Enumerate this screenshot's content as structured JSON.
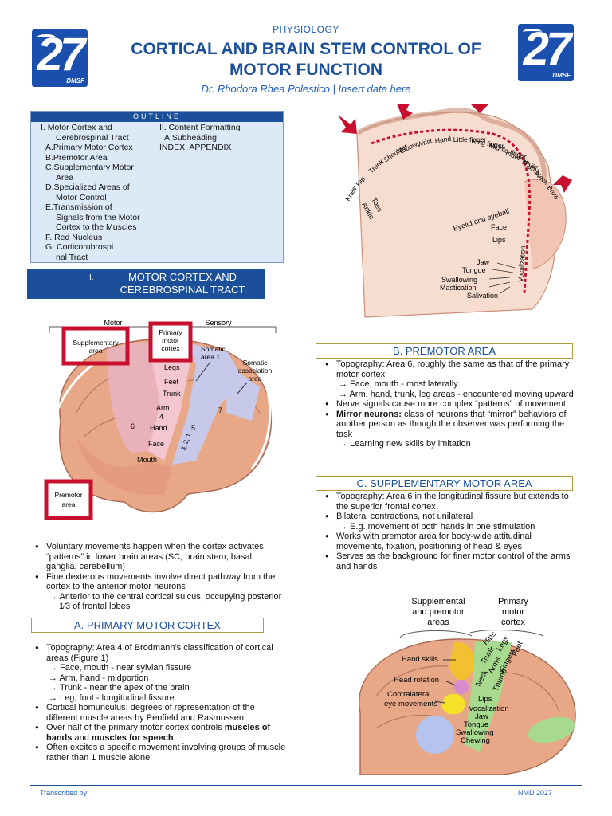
{
  "logo": {
    "number": "27",
    "label": "DMSF"
  },
  "header": {
    "subject": "PHYSIOLOGY",
    "title_line1": "CORTICAL AND BRAIN STEM CONTROL OF",
    "title_line2": "MOTOR FUNCTION",
    "author": "Dr. Rhodora Rhea Polestico | Insert date here"
  },
  "outline": {
    "heading": "OUTLINE",
    "left": [
      {
        "cls": "ol-l1",
        "text": "I.  Motor Cortex and"
      },
      {
        "cls": "ol-wrap",
        "text": "Cerebrospinal Tract"
      },
      {
        "cls": "ol-l2",
        "text": "A.Primary Motor Cortex"
      },
      {
        "cls": "ol-l2",
        "text": "B.Premotor Area"
      },
      {
        "cls": "ol-l2",
        "text": "C.Supplementary Motor"
      },
      {
        "cls": "ol-wrap",
        "text": "Area"
      },
      {
        "cls": "ol-l2",
        "text": "D.Specialized Areas of"
      },
      {
        "cls": "ol-wrap",
        "text": "Motor Control"
      },
      {
        "cls": "ol-l2",
        "text": "E.Transmission of"
      },
      {
        "cls": "ol-wrap",
        "text": "Signals from the Motor"
      },
      {
        "cls": "ol-wrap",
        "text": "Cortex to the Muscles"
      },
      {
        "cls": "ol-l2",
        "text": "F. Red Nucleus"
      },
      {
        "cls": "ol-l2",
        "text": "G.          Corticorubrospi"
      },
      {
        "cls": "ol-wrap",
        "text": "nal Tract"
      }
    ],
    "right": [
      {
        "cls": "ol-l1",
        "text": "II.  Content Formatting"
      },
      {
        "cls": "ol-l2",
        "text": "    A.Subheading"
      },
      {
        "cls": "ol-l1",
        "text": "INDEX: APPENDIX"
      }
    ]
  },
  "section1": {
    "number": "I.",
    "title": "MOTOR CORTEX AND CEREBROSPINAL TRACT"
  },
  "fig1": {
    "motor": "Motor",
    "sensory": "Sensory",
    "supp_l1": "Supplementary",
    "supp_l2": "area",
    "prim_l1": "Primary",
    "prim_l2": "motor",
    "prim_l3": "cortex",
    "soma1_l1": "Somatic",
    "soma1_l2": "area 1",
    "soma2_l1": "Somatic",
    "soma2_l2": "association",
    "soma2_l3": "area",
    "legs": "Legs",
    "feet": "Feet",
    "trunk": "Trunk",
    "arm": "Arm",
    "four": "4",
    "hand": "Hand",
    "face": "Face",
    "mouth": "Mouth",
    "six": "6",
    "five": "5",
    "seven": "7",
    "three21": "3, 2, 1",
    "pre_l1": "Premotor",
    "pre_l2": "area"
  },
  "list1": [
    {
      "t": "b",
      "text": "Voluntary movements happen when the cortex activates “patterns” in lower brain areas (SC, brain stem, basal ganglia, cerebellum)"
    },
    {
      "t": "b",
      "text": "Fine dexterous movements involve direct pathway from the cortex to the anterior motor neurons"
    },
    {
      "t": "a",
      "text": "→ Anterior to the central cortical sulcus, occupying posterior 1⁄3 of frontal lobes"
    }
  ],
  "subA": "A. PRIMARY MOTOR CORTEX",
  "listA": [
    {
      "t": "b",
      "text": "Topography: Area 4 of Brodmann’s classification of cortical areas (Figure 1)"
    },
    {
      "t": "a",
      "text": "→ Face, mouth - near sylvian fissure"
    },
    {
      "t": "a",
      "text": "→ Arm, hand - midportion"
    },
    {
      "t": "a",
      "text": "→ Trunk - near the apex of the brain"
    },
    {
      "t": "a",
      "text": "→ Leg, foot - longitudinal fissure"
    },
    {
      "t": "b",
      "text": "Cortical homunculus: degrees of representation of the different muscle areas by Penfield and Rasmussen"
    },
    {
      "t": "b",
      "text": "Over half of the primary motor cortex controls ",
      "bold1": "muscles of hands",
      "mid": " and ",
      "bold2": "muscles for speech"
    },
    {
      "t": "b",
      "text": "Often excites a specific movement involving groups of muscle rather than 1 muscle alone"
    }
  ],
  "homunculus": {
    "labels": [
      "Knee",
      "Hip",
      "Trunk",
      "Shoulder",
      "Elbow",
      "Wrist",
      "Hand",
      "Little finger",
      "Ring finger",
      "Middle finger",
      "Index finger",
      "Thumb",
      "Neck",
      "Brow"
    ],
    "ankle": "Ankle",
    "toes": "Toes",
    "eyelid": "Eyelid and eyeball",
    "face": "Face",
    "lips": "Lips",
    "vocalization": "Vocalization",
    "jaw": "Jaw",
    "tongue": "Tongue",
    "swallowing": "Swallowing",
    "mastication": "Mastication",
    "salivation": "Salivation"
  },
  "subB": "B. PREMOTOR AREA",
  "listB": [
    {
      "t": "b",
      "text": "Topography: Area 6, roughly the same as that of the primary motor cortex"
    },
    {
      "t": "a",
      "text": "→ Face, mouth - most laterally"
    },
    {
      "t": "a",
      "text": "→ Arm, hand, trunk, leg areas - encountered moving upward"
    },
    {
      "t": "b",
      "text": "Nerve signals cause more complex “patterns” of movement"
    },
    {
      "t": "b",
      "bold": "Mirror neurons:",
      "text": " class of neurons that “mirror” behaviors of another person as though the observer was performing the task"
    },
    {
      "t": "a",
      "text": "→ Learning new skills by imitation"
    }
  ],
  "subC": "C. SUPPLEMENTARY MOTOR AREA",
  "listC": [
    {
      "t": "b",
      "text": "Topography: Area 6 in the longitudinal fissure but extends to the superior frontal cortex"
    },
    {
      "t": "b",
      "text": "Bilateral contractions, not unilateral"
    },
    {
      "t": "a",
      "text": "→  E.g. movement of both hands in one stimulation"
    },
    {
      "t": "b",
      "text": "Works with premotor area for body-wide attitudinal movements, fixation, positioning of head & eyes"
    },
    {
      "t": "b",
      "text": "Serves as the background for finer motor control of the arms and hands"
    }
  ],
  "fig2": {
    "supp_l1": "Supplemental",
    "supp_l2": "and premotor",
    "supp_l3": "areas",
    "prim_l1": "Primary",
    "prim_l2": "motor",
    "prim_l3": "cortex",
    "hand_skills": "Hand skills",
    "head_rotation": "Head rotation",
    "contra_l1": "Contralateral",
    "contra_l2": "eye movements",
    "hips": "Hips",
    "trunk": "Trunk",
    "legs": "Legs",
    "arms": "Arms",
    "fingers": "Fingers",
    "feet": "Feet",
    "neck": "Neck",
    "thumb": "Thumb",
    "lips": "Lips",
    "vocalization": "Vocalization",
    "jaw": "Jaw",
    "tongue": "Tongue",
    "swallowing": "Swallowing",
    "chewing": "Chewing"
  },
  "footer": {
    "left": "Transcribed by:",
    "right": "NMD 2027"
  },
  "colors": {
    "brand": "#1b4f9a",
    "accent_red": "#c8102e",
    "gold_border": "#b49a3c"
  }
}
